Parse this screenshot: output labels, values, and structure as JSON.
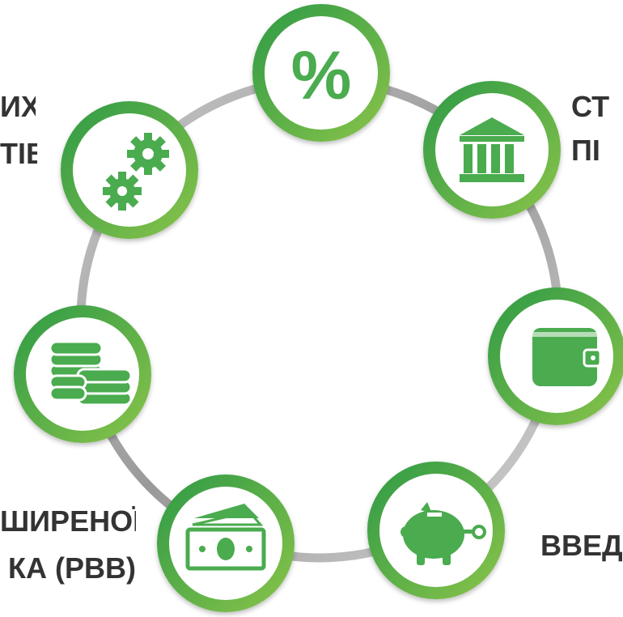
{
  "colors": {
    "ring": "#9a9a9a",
    "node_dark": "#2e9a45",
    "node_light": "#8ac44a",
    "icon": "#4aab4f",
    "text": "#333333"
  },
  "nodes": [
    {
      "id": "percent",
      "icon": "percent-icon",
      "glyph": "%"
    },
    {
      "id": "bank",
      "icon": "bank-icon"
    },
    {
      "id": "wallet",
      "icon": "wallet-icon"
    },
    {
      "id": "piggy",
      "icon": "piggy-bank-icon"
    },
    {
      "id": "money",
      "icon": "banknote-icon"
    },
    {
      "id": "coins",
      "icon": "coins-icon"
    },
    {
      "id": "gears",
      "icon": "gears-icon"
    }
  ],
  "labels": {
    "top_left_1": "ИХ",
    "top_left_2": "ТІВ",
    "top_right_1": "СТ",
    "top_right_2": "ПІ",
    "bottom_left_1": "ШИРЕНОЇ",
    "bottom_left_2": "КА (РВВ)",
    "bottom_right_1": "ВВЕД"
  }
}
